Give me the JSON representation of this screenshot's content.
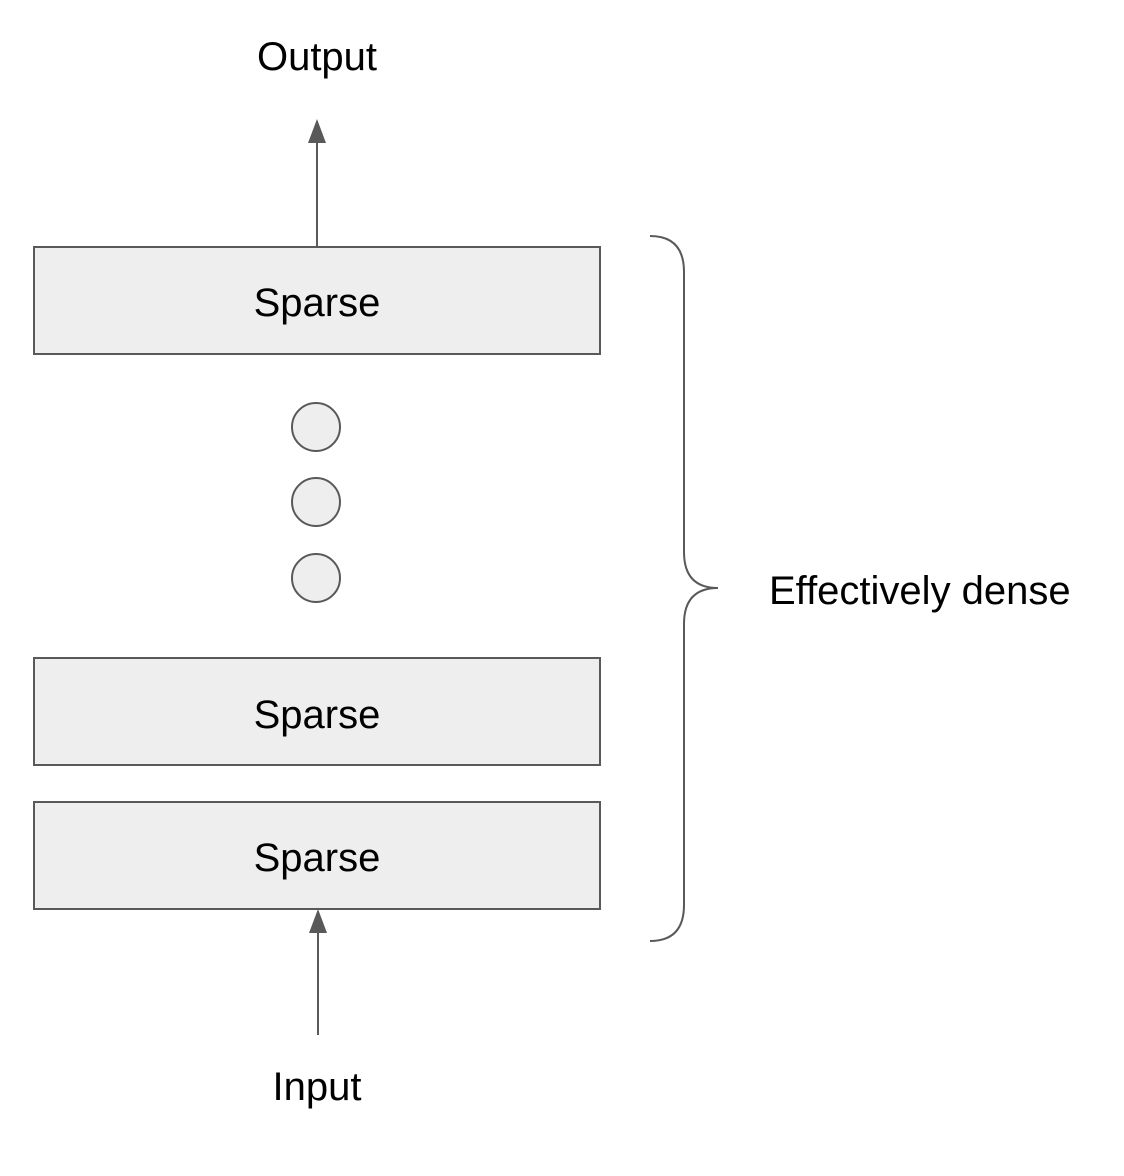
{
  "diagram": {
    "output_label": "Output",
    "input_label": "Input",
    "layers": [
      {
        "label": "Sparse"
      },
      {
        "label": "Sparse"
      },
      {
        "label": "Sparse"
      }
    ],
    "ellipsis_dot_count": 3,
    "brace_label": "Effectively dense",
    "colors": {
      "box_fill": "#eeeeee",
      "stroke": "#595959",
      "text": "#000000",
      "background": "#ffffff"
    }
  }
}
